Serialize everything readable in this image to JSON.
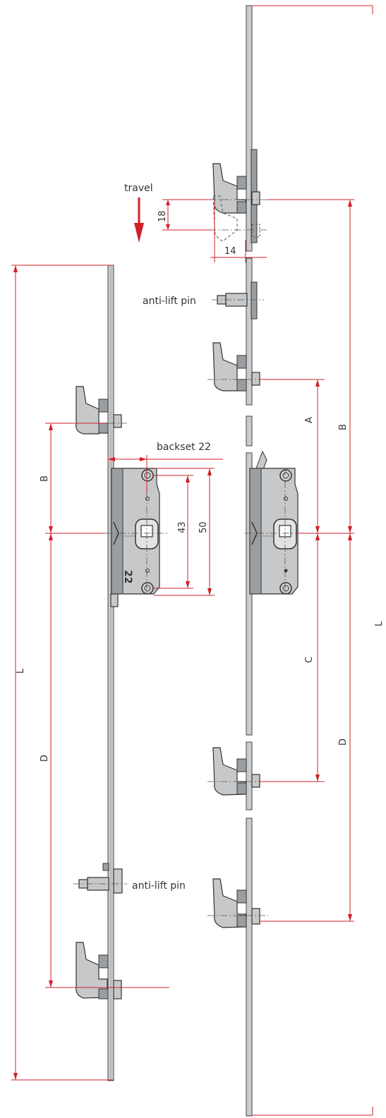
{
  "labels": {
    "travel": "travel",
    "anti_lift_pin_top": "anti-lift pin",
    "anti_lift_pin_bottom": "anti-lift pin",
    "backset": "backset 22",
    "case_number": "22"
  },
  "dimensions": {
    "d18": "18",
    "d14": "14",
    "d43": "43",
    "d50": "50",
    "left_L": "L",
    "left_B": "B",
    "left_D": "D",
    "right_A": "A",
    "right_B": "B",
    "right_C": "C",
    "right_D": "D",
    "right_L": "L"
  },
  "colors": {
    "dimension_line": "#d0202a",
    "travel_arrow": "#d0202a",
    "part_fill": "#c6c8ca",
    "outline": "#333333"
  }
}
